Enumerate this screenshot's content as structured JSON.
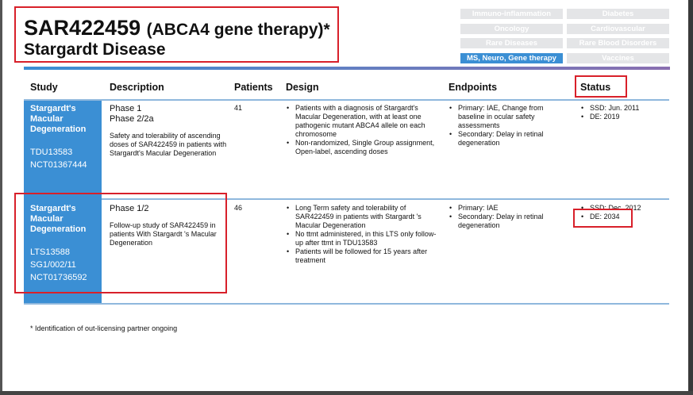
{
  "title": {
    "code": "SAR422459",
    "paren": "(ABCA4 gene therapy)*",
    "disease": "Stargardt Disease"
  },
  "tags": [
    {
      "label": "Immuno-inflammation",
      "active": false
    },
    {
      "label": "Diabetes",
      "active": false
    },
    {
      "label": "Oncology",
      "active": false
    },
    {
      "label": "Cardiovascular",
      "active": false
    },
    {
      "label": "Rare Diseases",
      "active": false
    },
    {
      "label": "Rare Blood Disorders",
      "active": false
    },
    {
      "label": "MS, Neuro, Gene therapy",
      "active": true
    },
    {
      "label": "Vaccines",
      "active": false
    }
  ],
  "columns": [
    "Study",
    "Description",
    "Patients",
    "Design",
    "Endpoints",
    "Status"
  ],
  "rows": [
    {
      "study": "Stargardt's Macular Degeneration",
      "ids": [
        "TDU13583",
        "NCT01367444"
      ],
      "phases": [
        "Phase 1",
        "Phase 2/2a"
      ],
      "description": "Safety and tolerability of ascending doses of SAR422459 in patients with Stargardt's Macular Degeneration",
      "patients": "41",
      "design": [
        "Patients with a diagnosis of Stargardt's Macular Degeneration, with at least one pathogenic mutant ABCA4 allele on each chromosome",
        "Non-randomized, Single Group assignment, Open-label, ascending doses"
      ],
      "endpoints": [
        "Primary: IAE, Change from baseline in ocular safety assessments",
        "Secondary: Delay in retinal degeneration"
      ],
      "status": [
        "SSD: Jun. 2011",
        "DE: 2019"
      ]
    },
    {
      "study": "Stargardt's Macular Degeneration",
      "ids": [
        "LTS13588",
        "SG1/002/11",
        "NCT01736592"
      ],
      "phases": [
        "Phase 1/2"
      ],
      "description": "Follow-up study of SAR422459 in patients With Stargardt 's Macular Degeneration",
      "patients": "46",
      "design": [
        "Long Term safety and tolerability of SAR422459 in patients with Stargardt 's Macular Degeneration",
        "No ttmt administered, in this LTS only follow-up after ttmt in TDU13583",
        "Patients will be followed for 15 years after treatment"
      ],
      "endpoints": [
        "Primary: IAE",
        "Secondary: Delay in retinal degeneration"
      ],
      "status": [
        "SSD: Dec. 2012",
        "DE: 2034"
      ]
    }
  ],
  "footnote": "* Identification of out-licensing partner ongoing",
  "colors": {
    "accent": "#3b8fd4",
    "highlight": "#d8202a"
  }
}
